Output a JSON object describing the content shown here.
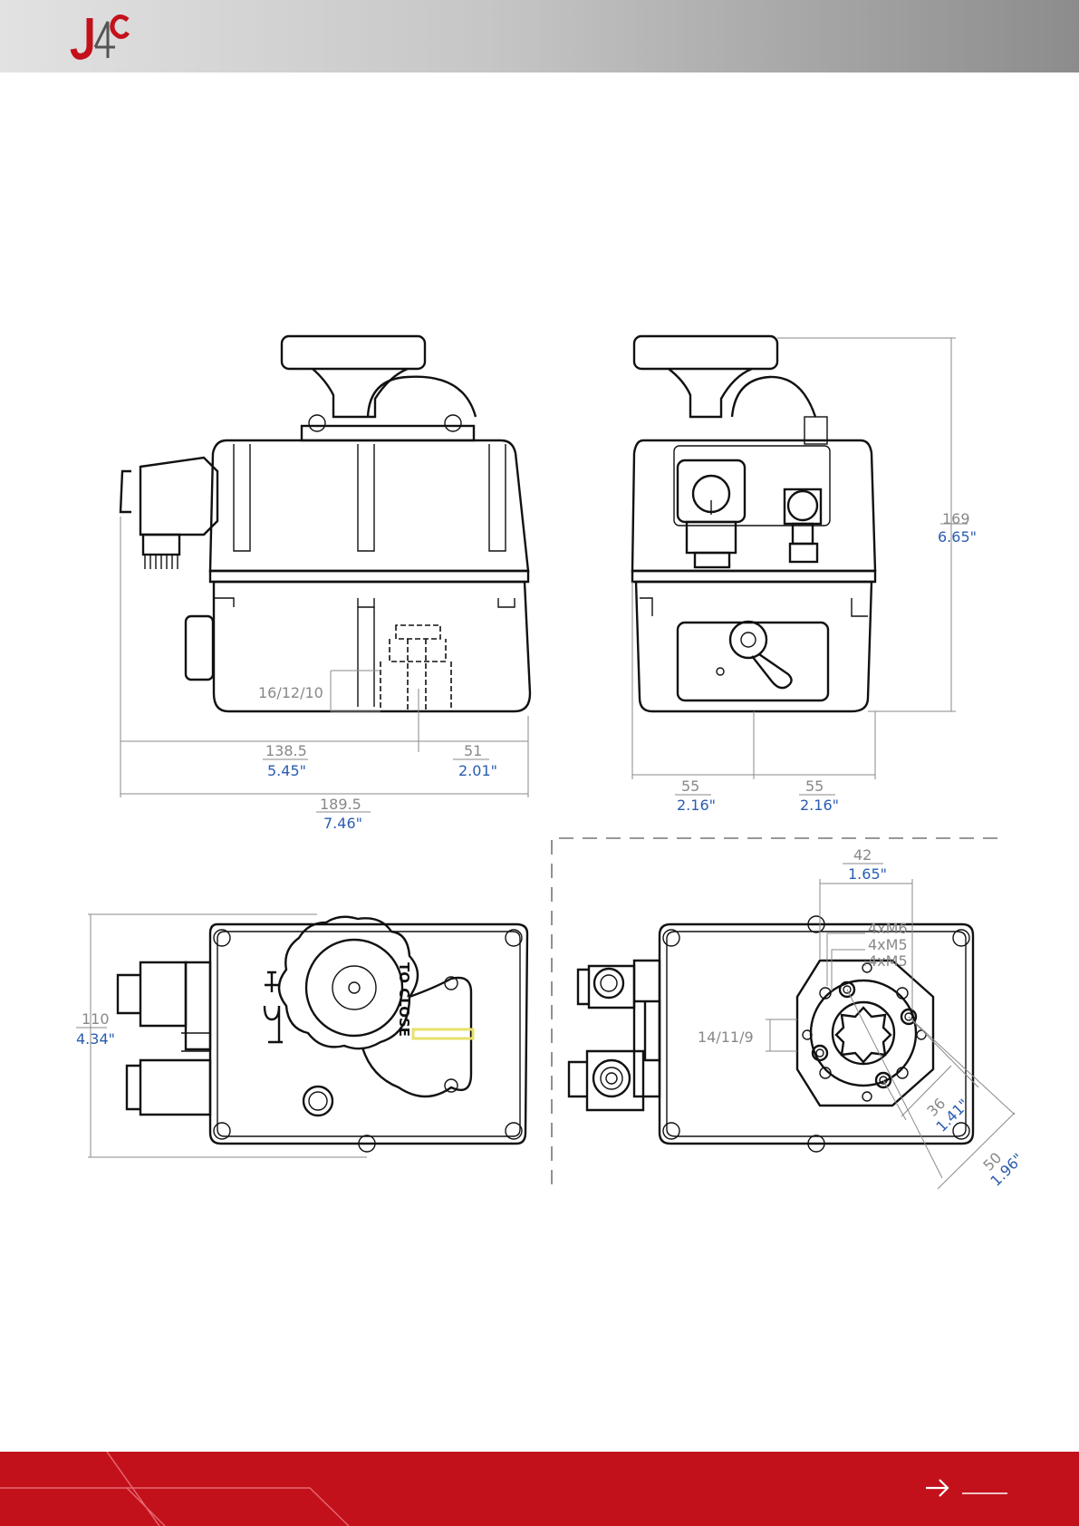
{
  "brand": {
    "logo_text": "J4C",
    "logo_color": "#c3111c",
    "icon": "j4c-logo-icon"
  },
  "colors": {
    "accent": "#c3111c",
    "dim_gray": "#888888",
    "dim_blue": "#2a5db0",
    "indicator": "#e8e06a"
  },
  "dimensions": {
    "d_16_12_10": "16/12/10",
    "d_138_5_mm": "138.5",
    "d_138_5_in": "5.45\"",
    "d_51_mm": "51",
    "d_51_in": "2.01\"",
    "d_189_5_mm": "189.5",
    "d_189_5_in": "7.46\"",
    "d_169_mm": "169",
    "d_169_in": "6.65\"",
    "d_55a_mm": "55",
    "d_55a_in": "2.16\"",
    "d_55b_mm": "55",
    "d_55b_in": "2.16\"",
    "d_110_mm": "110",
    "d_110_in": "4.34\"",
    "d_42_mm": "42",
    "d_42_in": "1.65\"",
    "d_m6": "4xM6",
    "d_m5a": "4xM5",
    "d_m5b": "4xM5",
    "d_14_11_9": "14/11/9",
    "d_36_mm": "36",
    "d_36_in": "1.41\"",
    "d_50_mm": "50",
    "d_50_in": "1.96\""
  },
  "knob_label": "TO CLOSE",
  "footer": {
    "icon": "arrow-right-icon"
  }
}
